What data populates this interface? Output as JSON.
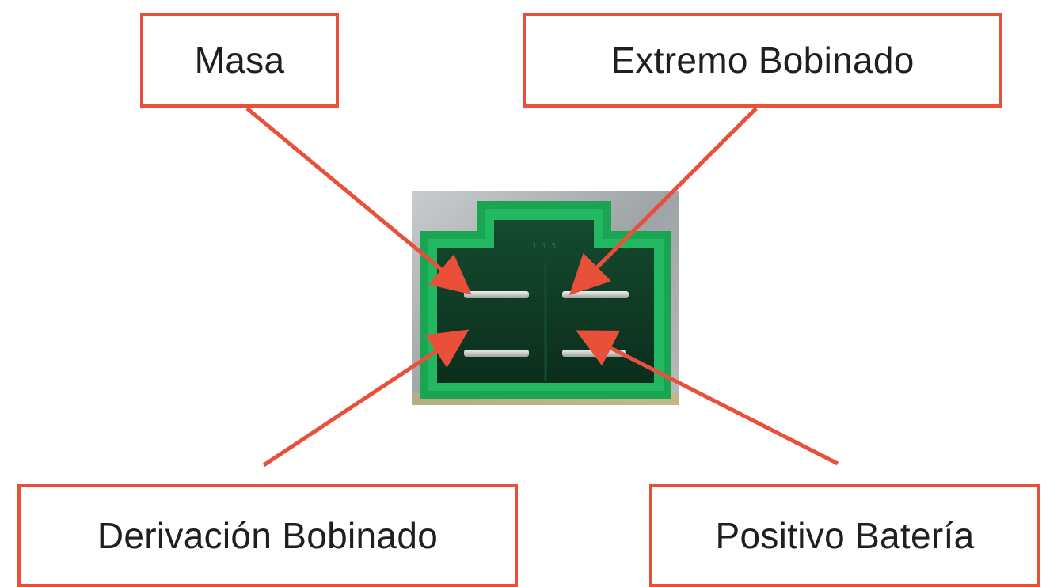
{
  "labels": {
    "top_left": "Masa",
    "top_right": "Extremo Bobinado",
    "bottom_left": "Derivación Bobinado",
    "bottom_right": "Positivo Batería"
  },
  "connector": {
    "image": "four-pin-green-connector-photo",
    "colors": {
      "housing": "#1aa552",
      "cavity": "#0e3a24",
      "pins": "#cfd4d0",
      "background_metal": "#a9aeb0"
    }
  },
  "colors": {
    "accent": "#e8503a",
    "text": "#1f1f1f"
  }
}
